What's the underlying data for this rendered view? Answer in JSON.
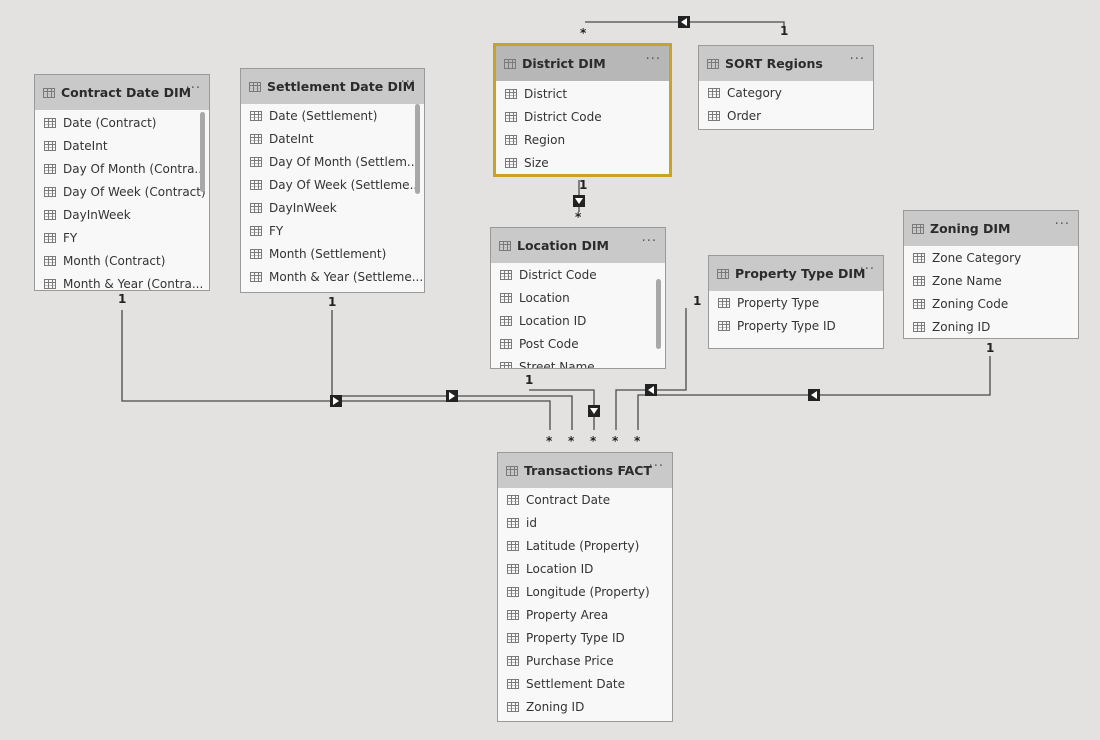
{
  "colors": {
    "background": "#e3e2e0",
    "header": "#c9c9c9",
    "selected_border": "#c9a227",
    "line": "#4a4a4a"
  },
  "tables": {
    "contract": {
      "title": "Contract Date DIM",
      "fields": [
        "Date (Contract)",
        "DateInt",
        "Day Of Month (Contra...",
        "Day Of Week (Contract)",
        "DayInWeek",
        "FY",
        "Month (Contract)",
        "Month & Year (Contra..."
      ]
    },
    "settlement": {
      "title": "Settlement Date DIM",
      "fields": [
        "Date (Settlement)",
        "DateInt",
        "Day Of Month (Settlem...",
        "Day Of Week (Settleme...",
        "DayInWeek",
        "FY",
        "Month (Settlement)",
        "Month & Year (Settleme..."
      ]
    },
    "district": {
      "title": "District DIM",
      "fields": [
        "District",
        "District Code",
        "Region",
        "Size"
      ]
    },
    "sort_regions": {
      "title": "SORT Regions",
      "fields": [
        "Category",
        "Order"
      ]
    },
    "location": {
      "title": "Location DIM",
      "fields": [
        "District Code",
        "Location",
        "Location ID",
        "Post Code",
        "Street Name"
      ]
    },
    "property_type": {
      "title": "Property Type DIM",
      "fields": [
        "Property Type",
        "Property Type ID"
      ]
    },
    "zoning": {
      "title": "Zoning DIM",
      "fields": [
        "Zone Category",
        "Zone Name",
        "Zoning Code",
        "Zoning ID"
      ]
    },
    "transactions": {
      "title": "Transactions FACT",
      "fields": [
        "Contract Date",
        "id",
        "Latitude (Property)",
        "Location ID",
        "Longitude (Property)",
        "Property Area",
        "Property Type ID",
        "Purchase Price",
        "Settlement Date",
        "Zoning ID"
      ]
    }
  },
  "relationship_labels": {
    "one": "1",
    "many": "*"
  },
  "menu_glyph": "···"
}
